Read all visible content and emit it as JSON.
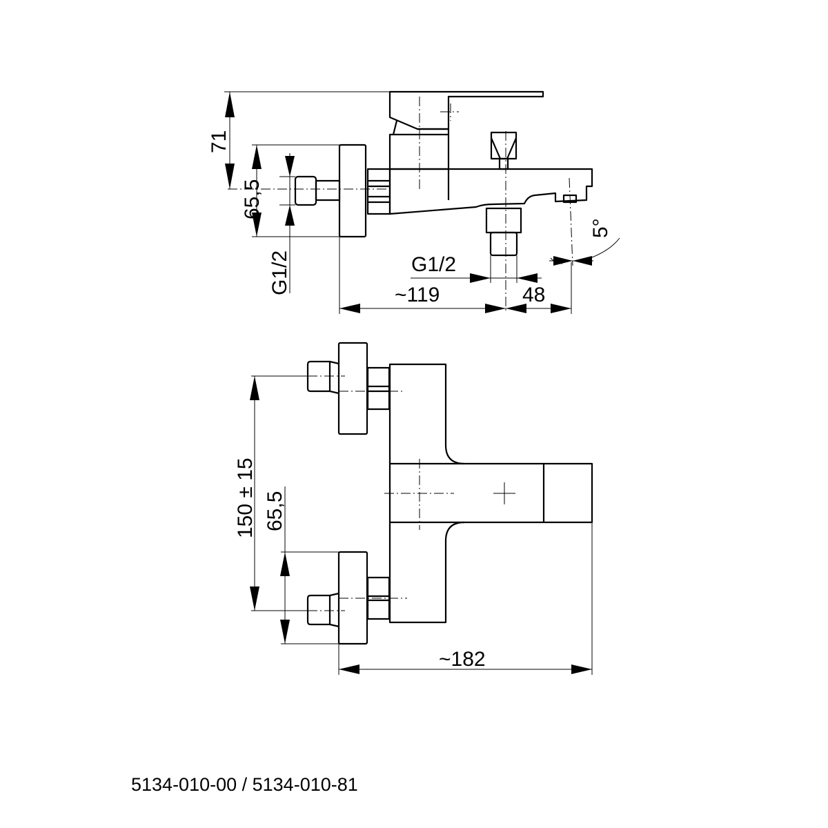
{
  "side_view": {
    "height_dim": "71",
    "flange_dim": "65,5",
    "inlet_thread": "G1/2",
    "outlet_thread": "G1/2",
    "projection_dim": "~119",
    "spout_offset_dim": "48",
    "spout_angle": "5°"
  },
  "front_view": {
    "centers_dim": "150 ± 15",
    "flange_dim": "65,5",
    "width_dim": "~182"
  },
  "product_codes": "5134-010-00 / 5134-010-81"
}
